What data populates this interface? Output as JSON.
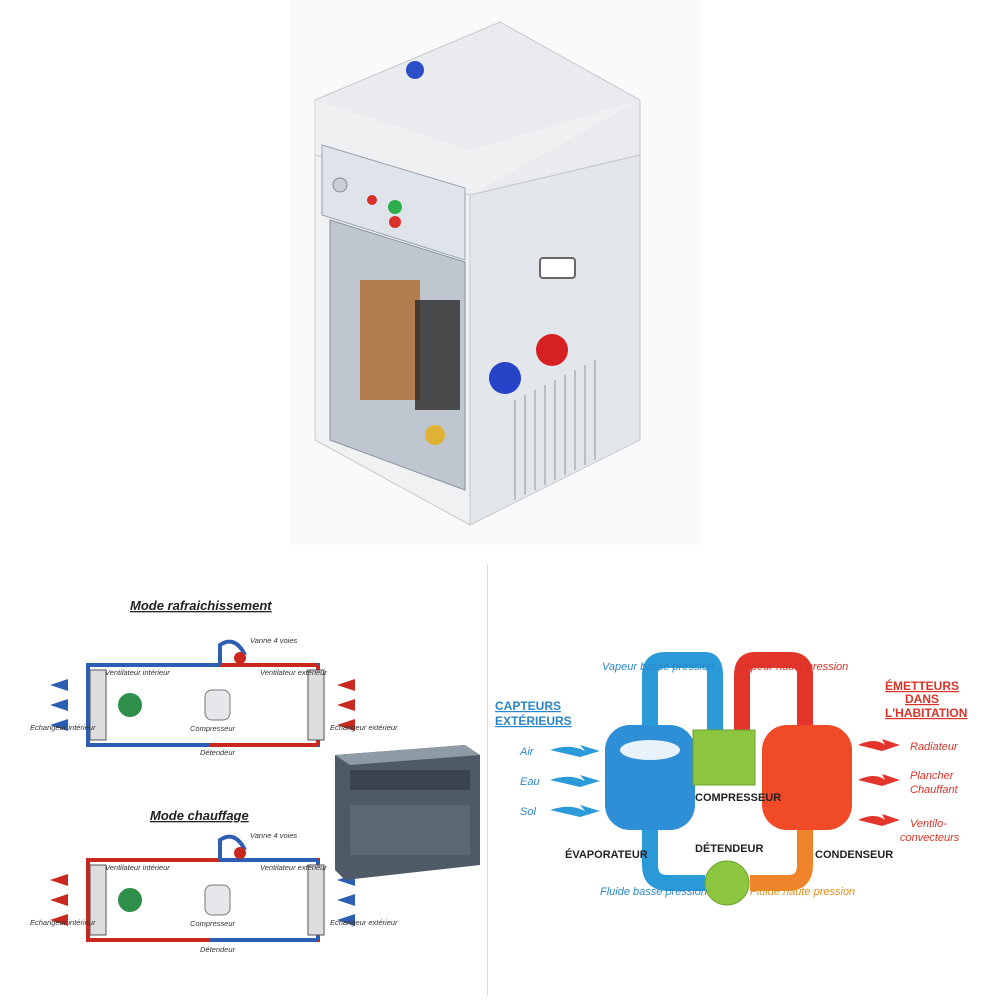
{
  "colors": {
    "red": "#c8281e",
    "blue": "#2c5fb3",
    "green": "#8cc63f",
    "cyan": "#2a9ad8",
    "orange": "#f0842a"
  },
  "cooling": {
    "title": "Mode rafraichissement",
    "valve": "Vanne 4 voies",
    "fan_in": "Ventilateur intérieur",
    "fan_out": "Ventilateur extérieur",
    "exch_in": "Echangeur intérieur",
    "exch_out": "Echangeur extérieur",
    "compressor": "Compresseur",
    "expander": "Détendeur"
  },
  "heating": {
    "title": "Mode chauffage",
    "valve": "Vanne 4 voies",
    "fan_in": "Ventilateur intérieur",
    "fan_out": "Ventilateur extérieur",
    "exch_in": "Echangeur intérieur",
    "exch_out": "Echangeur extérieur",
    "compressor": "Compresseur",
    "expander": "Détendeur"
  },
  "cycle": {
    "vapour_low": "Vapeur basse pression",
    "vapour_high": "Vapeur haute pression",
    "sensors_line1": "CAPTEURS",
    "sensors_line2": "EXTÉRIEURS",
    "emitters_line1": "ÉMETTEURS",
    "emitters_line2": "DANS",
    "emitters_line3": "L'HABITATION",
    "sources": [
      "Air",
      "Eau",
      "Sol"
    ],
    "emitters": [
      "Radiateur",
      "Plancher",
      "Chauffant",
      "Ventilo-",
      "convecteurs"
    ],
    "compressor": "COMPRESSEUR",
    "evaporator": "ÉVAPORATEUR",
    "expander": "DÉTENDEUR",
    "condenser": "CONDENSEUR",
    "fluid_low": "Fluide basse pression",
    "fluid_high": "Fluide haute pression"
  }
}
